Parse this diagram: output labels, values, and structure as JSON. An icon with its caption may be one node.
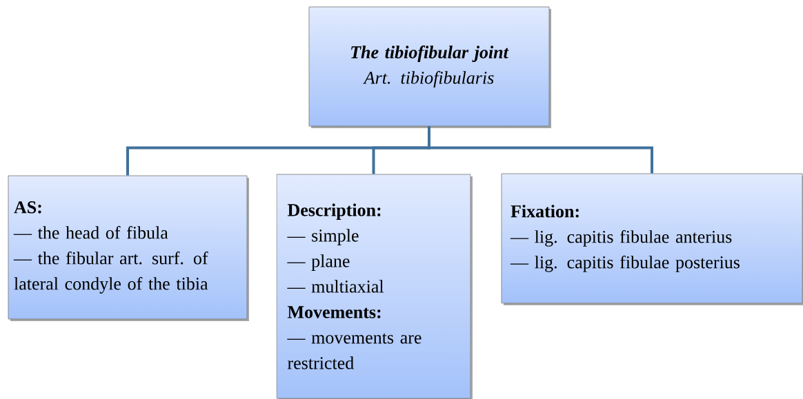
{
  "diagram": {
    "nodes": [
      {
        "text": [
          "The tibiofibular joint",
          "Art. tibiofibularis"
        ]
      },
      {
        "text": [
          "AS:",
          "— the head of fibula",
          "— the fibular art. surf. of lateral condyle of the tibia"
        ]
      },
      {
        "text": [
          "Description:",
          "— simple",
          "— plane",
          "— multiaxial",
          "Movements:",
          "— movements are restricted"
        ]
      },
      {
        "text": [
          "Fixation:",
          "— lig. capitis fibulae anterius",
          "— lig. capitis fibulae posterius"
        ]
      }
    ],
    "edges": [
      {
        "from": 0,
        "to": 1,
        "arrow": "none"
      },
      {
        "from": 0,
        "to": 2,
        "arrow": "none"
      },
      {
        "from": 0,
        "to": 3,
        "arrow": "none"
      }
    ]
  }
}
